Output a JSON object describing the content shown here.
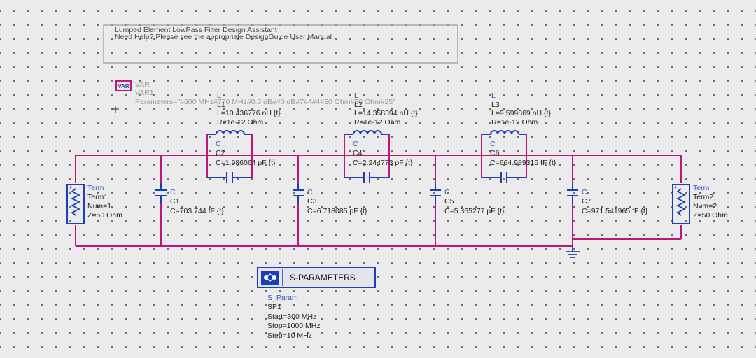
{
  "note": {
    "line1": "Lumped Element LowPass Filter Design Assistant",
    "line2": "Need Help?  Please see the appropriate DesignGuide User Manual"
  },
  "var_block": {
    "type": "VAR",
    "name": "VAR1",
    "params": "Parameters=\"#600 MHz#776 MHz#0.5 dB#40 dB#7#4#4#50 Ohm#50 Ohm#25\""
  },
  "inductors": [
    {
      "type": "L",
      "name": "L1",
      "value": "L=10.436776 nH {t}",
      "r": "R=1e-12 Ohm"
    },
    {
      "type": "L",
      "name": "L2",
      "value": "L=14.358394 nH {t}",
      "r": "R=1e-12 Ohm"
    },
    {
      "type": "L",
      "name": "L3",
      "value": "L=9.599869 nH {t}",
      "r": "R=1e-12 Ohm"
    }
  ],
  "parallel_caps": [
    {
      "type": "C",
      "name": "C2",
      "value": "C=1.986064 pF {t}"
    },
    {
      "type": "C",
      "name": "C4",
      "value": "C=2.244773 pF {t}"
    },
    {
      "type": "C",
      "name": "C6",
      "value": "C=664.989315 fF {t}"
    }
  ],
  "shunt_caps": [
    {
      "type": "C",
      "name": "C1",
      "value": "C=703.744 fF {t}"
    },
    {
      "type": "C",
      "name": "C3",
      "value": "C=6.718085 pF {t}"
    },
    {
      "type": "C",
      "name": "C5",
      "value": "C=5.365277 pF {t}"
    },
    {
      "type": "C",
      "name": "C7",
      "value": "C=971.541965 fF {t}"
    }
  ],
  "terms": [
    {
      "type": "Term",
      "name": "Term1",
      "num": "Num=1",
      "z": "Z=50 Ohm"
    },
    {
      "type": "Term",
      "name": "Term2",
      "num": "Num=2",
      "z": "Z=50 Ohm"
    }
  ],
  "sparam": {
    "title": "S-PARAMETERS",
    "type": "S_Param",
    "name": "SP1",
    "start": "Start=300 MHz",
    "stop": "Stop=1000 MHz",
    "step": "Step=10 MHz"
  }
}
